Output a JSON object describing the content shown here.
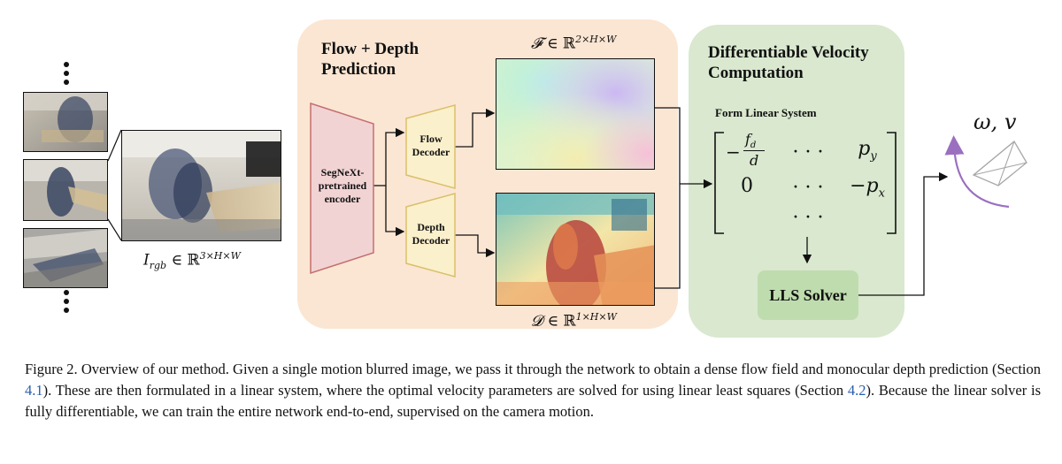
{
  "panels": {
    "flow_depth": {
      "title_line1": "Flow + Depth",
      "title_line2": "Prediction"
    },
    "velocity": {
      "title_line1": "Differentiable Velocity",
      "title_line2": "Computation"
    }
  },
  "input": {
    "label": "I_rgb ∈ ℝ^{3×H×W}",
    "label_main": "I",
    "label_sub": "rgb",
    "label_rest": " ∈ ℝ",
    "label_sup": "3×H×W"
  },
  "encoder": {
    "line1": "SegNeXt-",
    "line2": "pretrained",
    "line3": "encoder"
  },
  "flow_decoder": {
    "line1": "Flow",
    "line2": "Decoder"
  },
  "depth_decoder": {
    "line1": "Depth",
    "line2": "Decoder"
  },
  "flow_output": {
    "label_main": "𝓕",
    "label_rest": " ∈ ℝ",
    "label_sup": "2×H×W"
  },
  "depth_output": {
    "label_main": "𝓓",
    "label_rest": " ∈ ℝ",
    "label_sup": "1×H×W"
  },
  "linear_system": {
    "title": "Form Linear System",
    "row1": {
      "c1_neg": "−",
      "c1_num": "f",
      "c1_num_sub": "d",
      "c1_den": "d",
      "c2": "· · ·",
      "c3_main": "p",
      "c3_sub": "y"
    },
    "row2": {
      "c1": "0",
      "c2": "· · ·",
      "c3_main": "−p",
      "c3_sub": "x"
    },
    "row3": {
      "c2": "· · ·"
    }
  },
  "solver": {
    "label": "LLS Solver"
  },
  "output": {
    "label": "ω, v"
  },
  "caption": {
    "p1": "Figure 2. Overview of our method. Given a single motion blurred image, we pass it through the network to obtain a dense flow field and monocular depth prediction (Section ",
    "ref1": "4.1",
    "p2": "). These are then formulated in a linear system, where the optimal velocity parameters are solved for using linear least squares (Section ",
    "ref2": "4.2",
    "p3": "). Because the linear solver is fully differentiable, we can train the entire network end-to-end, supervised on the camera motion."
  },
  "colors": {
    "flow_panel": "#fbe6d3",
    "velocity_panel": "#d9e8cf",
    "encoder_fill": "#f2d3d3",
    "encoder_stroke": "#c46f6f",
    "decoder_fill": "#fbf0cc",
    "decoder_stroke": "#d9bf6a",
    "solver_fill": "#bfdcae",
    "output_accent": "#9b6fc0"
  }
}
